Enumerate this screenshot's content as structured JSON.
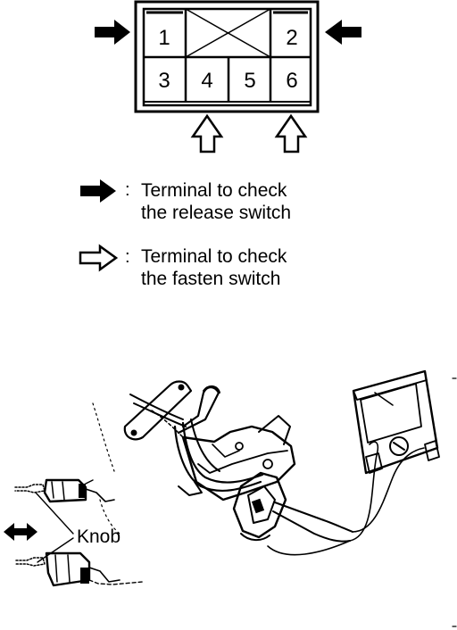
{
  "connector": {
    "terminals": [
      "1",
      "2",
      "3",
      "4",
      "5",
      "6"
    ]
  },
  "legend": [
    {
      "icon": "solid-arrow-icon",
      "separator": ":",
      "line1": "Terminal to check",
      "line2": "the release switch"
    },
    {
      "icon": "hollow-arrow-icon",
      "separator": ":",
      "line1": "Terminal to check",
      "line2": "the fasten switch"
    }
  ],
  "illustration": {
    "knob_label": "Knob"
  }
}
